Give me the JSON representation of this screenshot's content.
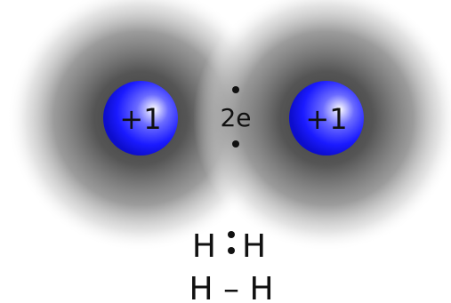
{
  "diagram": {
    "nucleus_left_label": "+1",
    "nucleus_right_label": "+1",
    "shared_electrons_label": "2e",
    "lewis_dot_left": "H",
    "lewis_dot_right": "H",
    "line_formula": "H – H"
  },
  "colors": {
    "nucleus_blue": "#1a1aff",
    "nucleus_highlight": "#ffffff",
    "cloud_core": "#4d4d4d",
    "text": "#111111",
    "background": "#ffffff"
  }
}
